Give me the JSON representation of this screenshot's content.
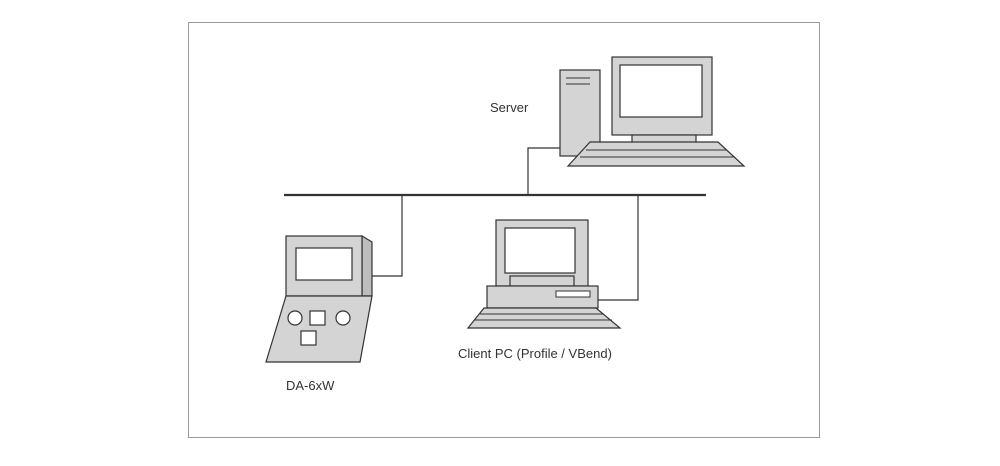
{
  "diagram": {
    "nodes": {
      "server": {
        "label": "Server"
      },
      "client": {
        "label": "Client PC (Profile / VBend)"
      },
      "controller": {
        "label": "DA-6xW"
      }
    },
    "colors": {
      "stroke": "#333333",
      "device_fill": "#d4d4d4",
      "screen_fill": "#ffffff",
      "background": "#ffffff",
      "frame": "#9a9a9a"
    }
  }
}
